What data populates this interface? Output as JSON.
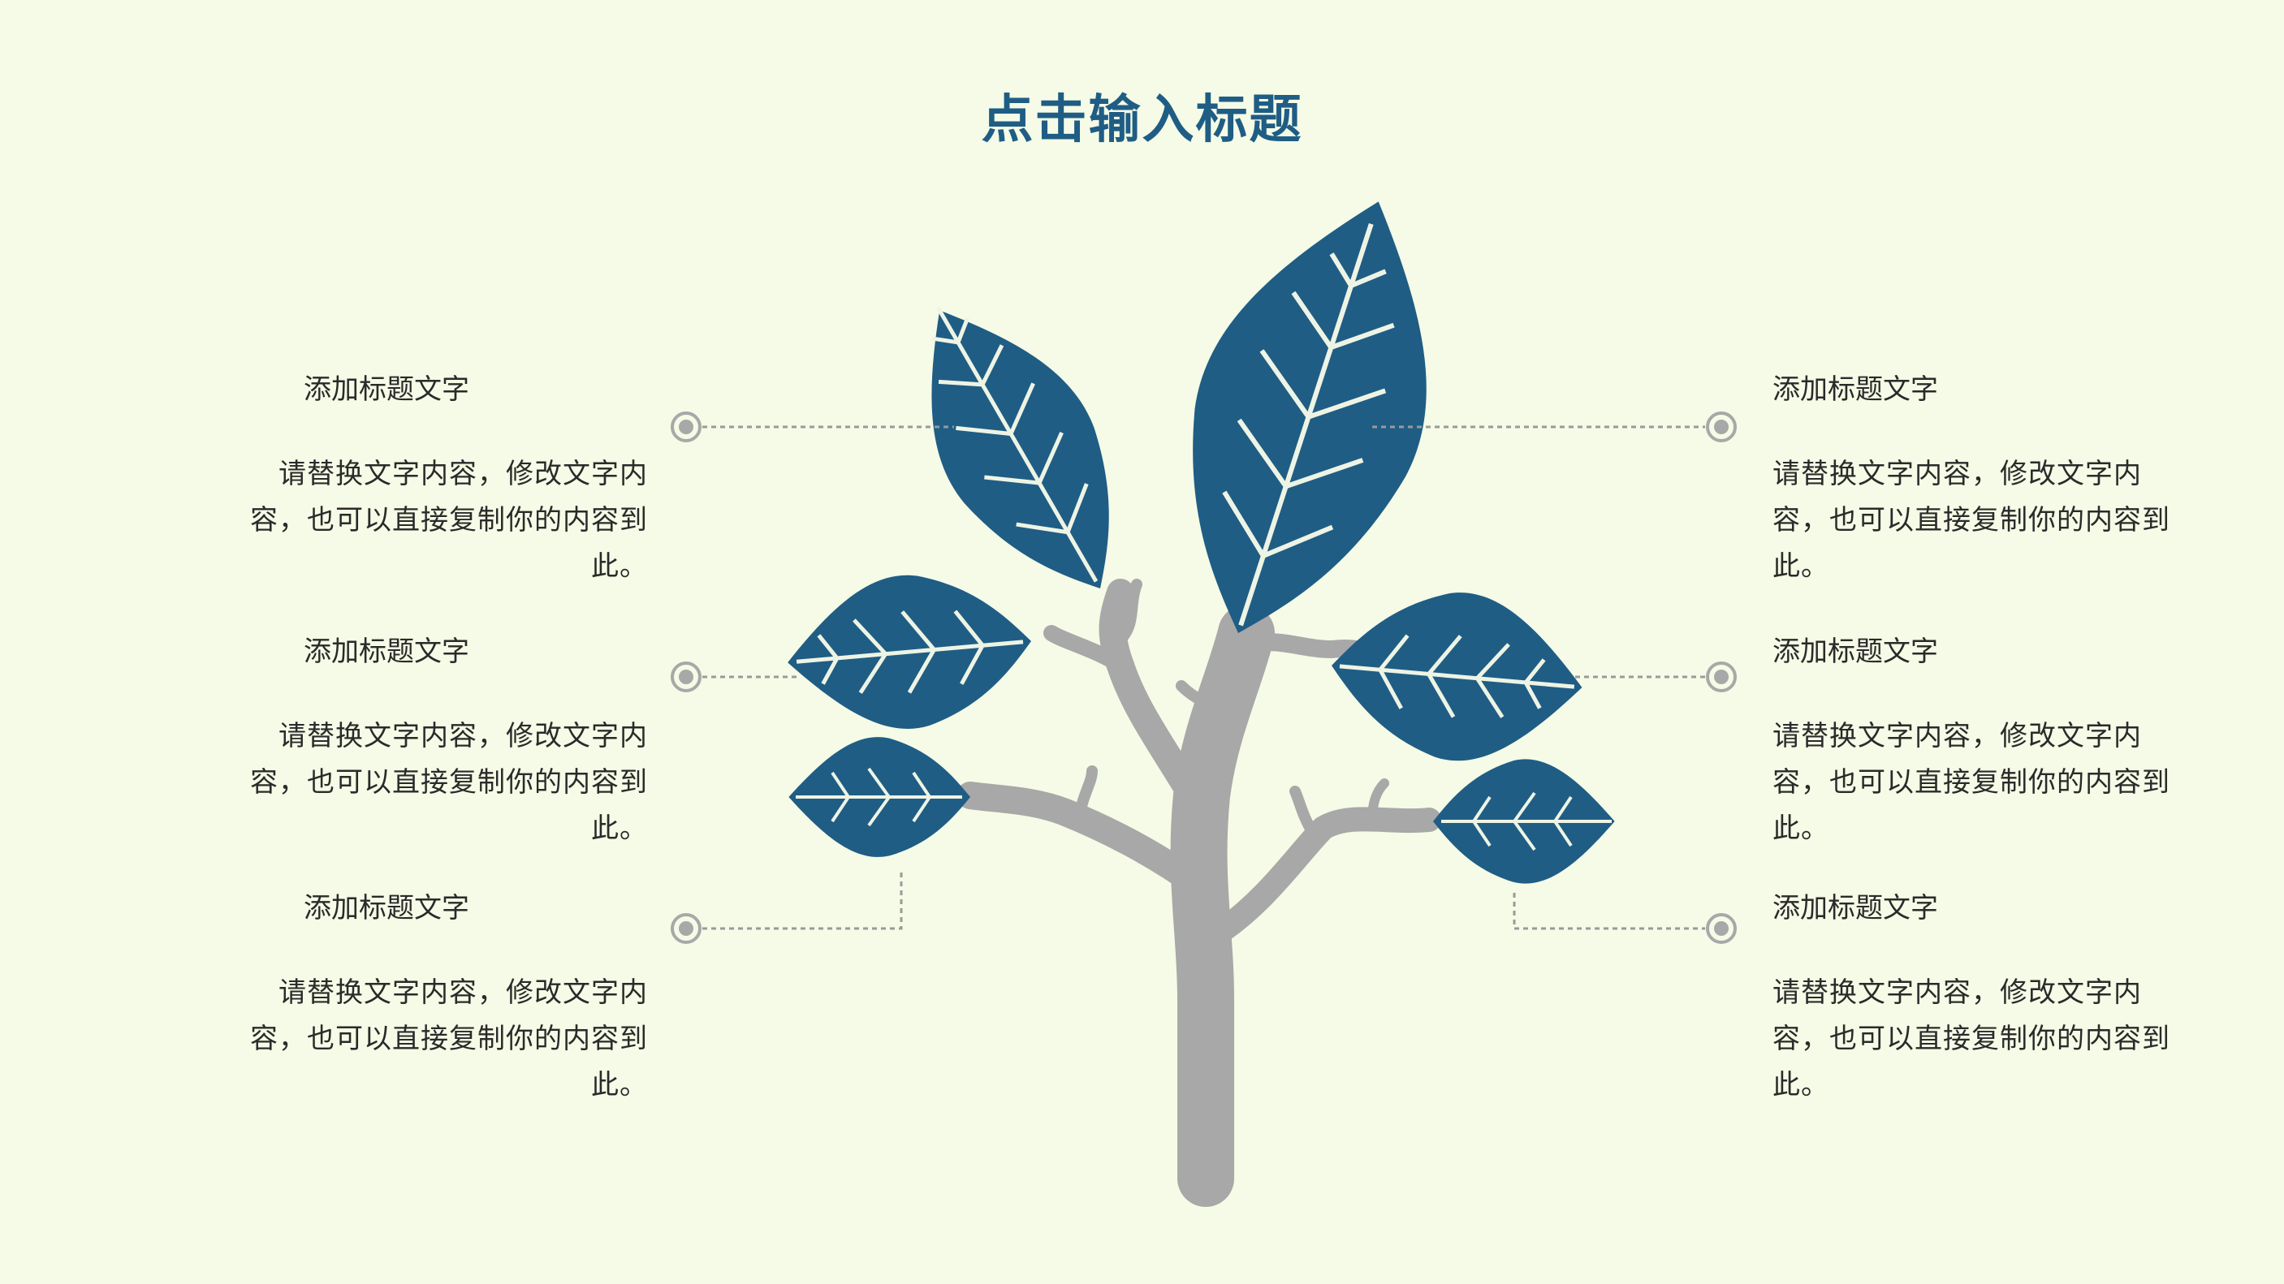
{
  "title": "点击输入标题",
  "colors": {
    "background": "#f5fbe6",
    "leaf": "#1f5d85",
    "trunk": "#a8a8a8",
    "connector": "#9a9a9a",
    "title": "#1f5d85"
  },
  "items": [
    {
      "side": "left",
      "heading": "添加标题文字",
      "body": "请替换文字内容，修改文字内容，也可以直接复制你的内容到此。"
    },
    {
      "side": "left",
      "heading": "添加标题文字",
      "body": "请替换文字内容，修改文字内容，也可以直接复制你的内容到此。"
    },
    {
      "side": "left",
      "heading": "添加标题文字",
      "body": "请替换文字内容，修改文字内容，也可以直接复制你的内容到此。"
    },
    {
      "side": "right",
      "heading": "添加标题文字",
      "body": "请替换文字内容，修改文字内容，也可以直接复制你的内容到此。"
    },
    {
      "side": "right",
      "heading": "添加标题文字",
      "body": "请替换文字内容，修改文字内容，也可以直接复制你的内容到此。"
    },
    {
      "side": "right",
      "heading": "添加标题文字",
      "body": "请替换文字内容，修改文字内容，也可以直接复制你的内容到此。"
    }
  ]
}
